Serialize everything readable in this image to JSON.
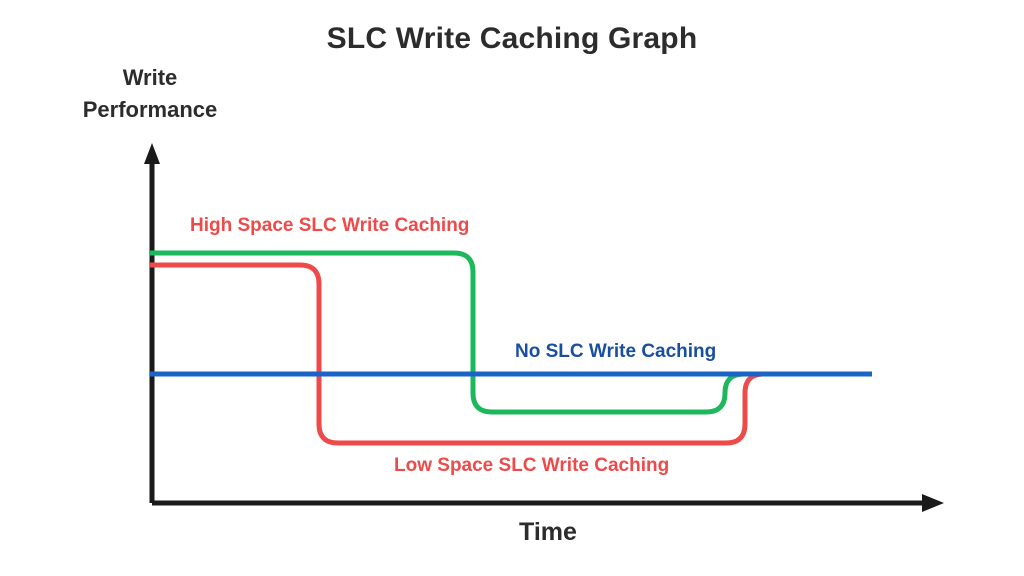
{
  "chart_data": {
    "type": "line",
    "title": "SLC Write Caching Graph",
    "xlabel": "Time",
    "ylabel": "Write Performance",
    "ylabel_lines": [
      "Write",
      "Performance"
    ],
    "grid": false,
    "legend_position": "inline-annotations",
    "axes": {
      "x_axis_arrow": true,
      "y_axis_arrow": true,
      "x_ticks": [],
      "y_ticks": [],
      "xlim": [
        0,
        100
      ],
      "ylim": [
        0,
        100
      ]
    },
    "series": [
      {
        "name": "High Space SLC Write Caching",
        "color": "#1cb85c",
        "label_color": "#ee4a4a",
        "x": [
          0,
          42,
          45,
          78,
          81,
          100
        ],
        "y": [
          86,
          86,
          34,
          34,
          52,
          52
        ],
        "description": "Stays at high write performance the longest, then drops below the no-cache baseline, then recovers to baseline."
      },
      {
        "name": "No SLC Write Caching",
        "color": "#1a64c8",
        "label_color": "#1a4fa0",
        "x": [
          0,
          100
        ],
        "y": [
          52,
          52
        ],
        "description": "Flat baseline write performance across the whole time range."
      },
      {
        "name": "Low Space SLC Write Caching",
        "color": "#ee4a4a",
        "label_color": "#ee4a4a",
        "x": [
          0,
          21,
          24,
          84,
          87,
          100
        ],
        "y": [
          83,
          83,
          24,
          24,
          52,
          52
        ],
        "description": "Drops early and deepest below the no-cache baseline, then recovers to baseline last."
      }
    ],
    "annotations": [
      {
        "text": "High Space SLC Write Caching",
        "color": "#ee4a4a"
      },
      {
        "text": "No SLC Write Caching",
        "color": "#1a4fa0"
      },
      {
        "text": "Low Space SLC Write Caching",
        "color": "#ee4a4a"
      }
    ],
    "colors": {
      "green": "#1cb85c",
      "red": "#ee4a4a",
      "blue": "#1a64c8",
      "blue_text": "#1a4fa0",
      "axis": "#1a1a1a",
      "title_text": "#2c2c2c",
      "background": "#ffffff"
    }
  }
}
